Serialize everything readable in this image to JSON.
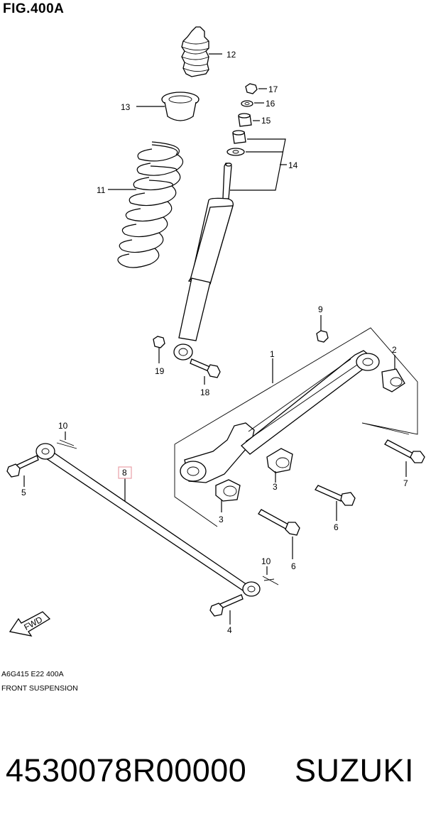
{
  "figure": {
    "title": "FIG.400A",
    "code": "A6G415 E22 400A",
    "caption": "FRONT SUSPENSION"
  },
  "footer": {
    "part_number": "4530078R00000",
    "brand": "SUZUKI"
  },
  "callouts": {
    "c1": "1",
    "c2": "2",
    "c3a": "3",
    "c3b": "3",
    "c4": "4",
    "c5": "5",
    "c6a": "6",
    "c6b": "6",
    "c7": "7",
    "c8": "8",
    "c9": "9",
    "c10a": "10",
    "c10b": "10",
    "c11": "11",
    "c12": "12",
    "c13": "13",
    "c14": "14",
    "c15": "15",
    "c16": "16",
    "c17": "17",
    "c18": "18",
    "c19": "19"
  },
  "fwd_arrow": "FWD",
  "highlight_color": "#e8a0a8"
}
